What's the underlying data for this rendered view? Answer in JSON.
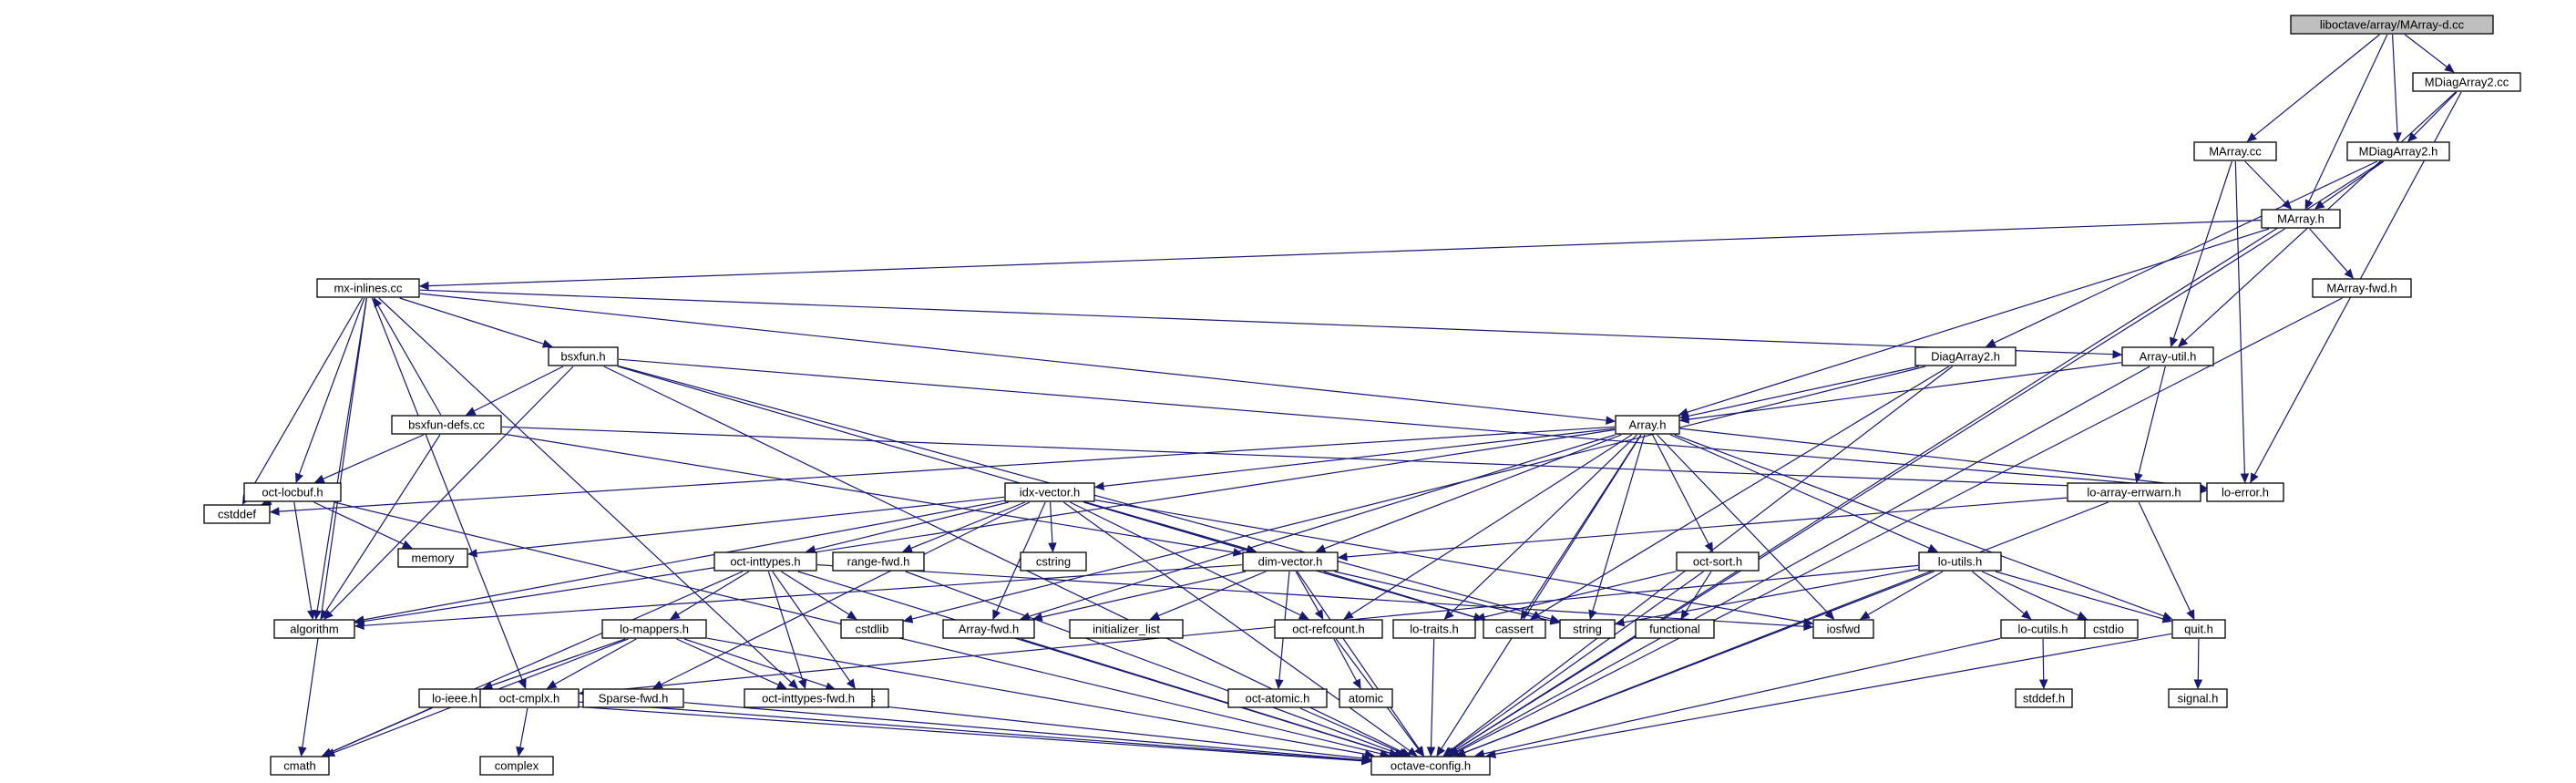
{
  "colors": {
    "edge": "#191970",
    "root_fill": "#bfbfbf",
    "node_fill": "#ffffff",
    "node_border": "#000000",
    "system_border": "#bfbfbf"
  },
  "nodes": [
    {
      "id": "root",
      "label": "liboctave/array/MArray-d.cc",
      "kind": "root"
    },
    {
      "id": "mdiagcc",
      "label": "MDiagArray2.cc",
      "kind": "file"
    },
    {
      "id": "marraycc",
      "label": "MArray.cc",
      "kind": "file"
    },
    {
      "id": "mdiagh",
      "label": "MDiagArray2.h",
      "kind": "file"
    },
    {
      "id": "marrayh",
      "label": "MArray.h",
      "kind": "file"
    },
    {
      "id": "mxinl",
      "label": "mx-inlines.cc",
      "kind": "file"
    },
    {
      "id": "marrayfwd",
      "label": "MArray-fwd.h",
      "kind": "file"
    },
    {
      "id": "bsxfunh",
      "label": "bsxfun.h",
      "kind": "file"
    },
    {
      "id": "diagh",
      "label": "DiagArray2.h",
      "kind": "file"
    },
    {
      "id": "arrutil",
      "label": "Array-util.h",
      "kind": "file"
    },
    {
      "id": "bsxdefs",
      "label": "bsxfun-defs.cc",
      "kind": "file"
    },
    {
      "id": "arrayh",
      "label": "Array.h",
      "kind": "file"
    },
    {
      "id": "locbuf",
      "label": "oct-locbuf.h",
      "kind": "file"
    },
    {
      "id": "loerror",
      "label": "lo-error.h",
      "kind": "file"
    },
    {
      "id": "idxvec",
      "label": "idx-vector.h",
      "kind": "file"
    },
    {
      "id": "errwarn",
      "label": "lo-array-errwarn.h",
      "kind": "file"
    },
    {
      "id": "cstddef",
      "label": "cstddef",
      "kind": "system"
    },
    {
      "id": "memory",
      "label": "memory",
      "kind": "system"
    },
    {
      "id": "inttypes",
      "label": "oct-inttypes.h",
      "kind": "file"
    },
    {
      "id": "rangefwd",
      "label": "range-fwd.h",
      "kind": "file"
    },
    {
      "id": "cstring",
      "label": "cstring",
      "kind": "system"
    },
    {
      "id": "dimvec",
      "label": "dim-vector.h",
      "kind": "file"
    },
    {
      "id": "octsort",
      "label": "oct-sort.h",
      "kind": "file"
    },
    {
      "id": "loutils",
      "label": "lo-utils.h",
      "kind": "file"
    },
    {
      "id": "algorithm",
      "label": "algorithm",
      "kind": "system"
    },
    {
      "id": "cstdlib",
      "label": "cstdlib",
      "kind": "system"
    },
    {
      "id": "arrayfwd",
      "label": "Array-fwd.h",
      "kind": "file"
    },
    {
      "id": "initlist",
      "label": "initializer_list",
      "kind": "system"
    },
    {
      "id": "refcount",
      "label": "oct-refcount.h",
      "kind": "file"
    },
    {
      "id": "lotraits",
      "label": "lo-traits.h",
      "kind": "file"
    },
    {
      "id": "cassert",
      "label": "cassert",
      "kind": "system"
    },
    {
      "id": "string",
      "label": "string",
      "kind": "system"
    },
    {
      "id": "functional",
      "label": "functional",
      "kind": "system"
    },
    {
      "id": "iosfwd",
      "label": "iosfwd",
      "kind": "system"
    },
    {
      "id": "cstdio",
      "label": "cstdio",
      "kind": "system"
    },
    {
      "id": "locutils",
      "label": "lo-cutils.h",
      "kind": "file"
    },
    {
      "id": "quith",
      "label": "quit.h",
      "kind": "file"
    },
    {
      "id": "lomappers",
      "label": "lo-mappers.h",
      "kind": "file"
    },
    {
      "id": "limits",
      "label": "limits",
      "kind": "system"
    },
    {
      "id": "loieee",
      "label": "lo-ieee.h",
      "kind": "file"
    },
    {
      "id": "cmplx",
      "label": "oct-cmplx.h",
      "kind": "file"
    },
    {
      "id": "sparsefwd",
      "label": "Sparse-fwd.h",
      "kind": "file"
    },
    {
      "id": "intfwd",
      "label": "oct-inttypes-fwd.h",
      "kind": "file"
    },
    {
      "id": "atomich",
      "label": "oct-atomic.h",
      "kind": "file"
    },
    {
      "id": "atomic",
      "label": "atomic",
      "kind": "system"
    },
    {
      "id": "stddef",
      "label": "stddef.h",
      "kind": "system"
    },
    {
      "id": "signal",
      "label": "signal.h",
      "kind": "system"
    },
    {
      "id": "complex",
      "label": "complex",
      "kind": "system"
    },
    {
      "id": "cmath",
      "label": "cmath",
      "kind": "system"
    },
    {
      "id": "config",
      "label": "octave-config.h",
      "kind": "file"
    }
  ],
  "edges": [
    [
      "root",
      "mdiagcc"
    ],
    [
      "root",
      "marraycc"
    ],
    [
      "root",
      "mdiagh"
    ],
    [
      "root",
      "marrayh"
    ],
    [
      "mdiagcc",
      "mdiagh"
    ],
    [
      "mdiagcc",
      "arrutil"
    ],
    [
      "mdiagcc",
      "loerror"
    ],
    [
      "marraycc",
      "marrayh"
    ],
    [
      "marraycc",
      "arrutil"
    ],
    [
      "marraycc",
      "loerror"
    ],
    [
      "mdiagh",
      "marrayh"
    ],
    [
      "mdiagh",
      "diagh"
    ],
    [
      "mdiagh",
      "config"
    ],
    [
      "marrayh",
      "mxinl"
    ],
    [
      "marrayh",
      "marrayfwd"
    ],
    [
      "marrayh",
      "arrayh"
    ],
    [
      "marrayh",
      "config"
    ],
    [
      "marrayfwd",
      "config"
    ],
    [
      "mxinl",
      "bsxfunh"
    ],
    [
      "mxinl",
      "arrutil"
    ],
    [
      "mxinl",
      "arrayh"
    ],
    [
      "mxinl",
      "locbuf"
    ],
    [
      "mxinl",
      "cstddef"
    ],
    [
      "mxinl",
      "algorithm"
    ],
    [
      "mxinl",
      "cmath"
    ],
    [
      "mxinl",
      "cmplx"
    ],
    [
      "mxinl",
      "intfwd"
    ],
    [
      "bsxfunh",
      "bsxdefs"
    ],
    [
      "bsxfunh",
      "algorithm"
    ],
    [
      "bsxfunh",
      "dimvec"
    ],
    [
      "bsxfunh",
      "loerror"
    ],
    [
      "bsxfunh",
      "string"
    ],
    [
      "bsxfunh",
      "config"
    ],
    [
      "bsxdefs",
      "mxinl"
    ],
    [
      "bsxdefs",
      "locbuf"
    ],
    [
      "bsxdefs",
      "dimvec"
    ],
    [
      "bsxdefs",
      "algorithm"
    ],
    [
      "bsxdefs",
      "loerror"
    ],
    [
      "diagh",
      "arrayh"
    ],
    [
      "diagh",
      "cstdlib"
    ],
    [
      "diagh",
      "cassert"
    ],
    [
      "diagh",
      "config"
    ],
    [
      "arrutil",
      "arrayh"
    ],
    [
      "arrutil",
      "errwarn"
    ],
    [
      "arrutil",
      "config"
    ],
    [
      "arrayh",
      "idxvec"
    ],
    [
      "arrayh",
      "dimvec"
    ],
    [
      "arrayh",
      "loerror"
    ],
    [
      "arrayh",
      "octsort"
    ],
    [
      "arrayh",
      "loutils"
    ],
    [
      "arrayh",
      "cstddef"
    ],
    [
      "arrayh",
      "algorithm"
    ],
    [
      "arrayh",
      "arrayfwd"
    ],
    [
      "arrayh",
      "refcount"
    ],
    [
      "arrayh",
      "lotraits"
    ],
    [
      "arrayh",
      "cassert"
    ],
    [
      "arrayh",
      "string"
    ],
    [
      "arrayh",
      "iosfwd"
    ],
    [
      "arrayh",
      "quith"
    ],
    [
      "arrayh",
      "config"
    ],
    [
      "locbuf",
      "cstddef"
    ],
    [
      "locbuf",
      "memory"
    ],
    [
      "locbuf",
      "algorithm"
    ],
    [
      "locbuf",
      "config"
    ],
    [
      "idxvec",
      "memory"
    ],
    [
      "idxvec",
      "algorithm"
    ],
    [
      "idxvec",
      "inttypes"
    ],
    [
      "idxvec",
      "rangefwd"
    ],
    [
      "idxvec",
      "cstring"
    ],
    [
      "idxvec",
      "dimvec"
    ],
    [
      "idxvec",
      "arrayfwd"
    ],
    [
      "idxvec",
      "refcount"
    ],
    [
      "idxvec",
      "iosfwd"
    ],
    [
      "idxvec",
      "cassert"
    ],
    [
      "idxvec",
      "sparsefwd"
    ],
    [
      "idxvec",
      "config"
    ],
    [
      "errwarn",
      "dimvec"
    ],
    [
      "errwarn",
      "quith"
    ],
    [
      "errwarn",
      "config"
    ],
    [
      "inttypes",
      "lomappers"
    ],
    [
      "inttypes",
      "intfwd"
    ],
    [
      "inttypes",
      "limits"
    ],
    [
      "inttypes",
      "cmath"
    ],
    [
      "inttypes",
      "cstdlib"
    ],
    [
      "inttypes",
      "iosfwd"
    ],
    [
      "inttypes",
      "config"
    ],
    [
      "rangefwd",
      "config"
    ],
    [
      "dimvec",
      "algorithm"
    ],
    [
      "dimvec",
      "initlist"
    ],
    [
      "dimvec",
      "refcount"
    ],
    [
      "dimvec",
      "atomich"
    ],
    [
      "dimvec",
      "arrayfwd"
    ],
    [
      "dimvec",
      "cassert"
    ],
    [
      "dimvec",
      "string"
    ],
    [
      "dimvec",
      "config"
    ],
    [
      "octsort",
      "lotraits"
    ],
    [
      "octsort",
      "functional"
    ],
    [
      "octsort",
      "config"
    ],
    [
      "loutils",
      "cstdio"
    ],
    [
      "loutils",
      "iosfwd"
    ],
    [
      "loutils",
      "string"
    ],
    [
      "loutils",
      "locutils"
    ],
    [
      "loutils",
      "quith"
    ],
    [
      "loutils",
      "cmplx"
    ],
    [
      "loutils",
      "config"
    ],
    [
      "arrayfwd",
      "config"
    ],
    [
      "refcount",
      "atomic"
    ],
    [
      "refcount",
      "config"
    ],
    [
      "lotraits",
      "config"
    ],
    [
      "locutils",
      "stddef"
    ],
    [
      "locutils",
      "config"
    ],
    [
      "quith",
      "signal"
    ],
    [
      "quith",
      "config"
    ],
    [
      "lomappers",
      "loieee"
    ],
    [
      "lomappers",
      "cmplx"
    ],
    [
      "lomappers",
      "cmath"
    ],
    [
      "lomappers",
      "limits"
    ],
    [
      "lomappers",
      "intfwd"
    ],
    [
      "lomappers",
      "config"
    ],
    [
      "loieee",
      "cmath"
    ],
    [
      "loieee",
      "config"
    ],
    [
      "cmplx",
      "complex"
    ],
    [
      "cmplx",
      "config"
    ],
    [
      "sparsefwd",
      "config"
    ],
    [
      "intfwd",
      "config"
    ],
    [
      "atomich",
      "config"
    ]
  ]
}
